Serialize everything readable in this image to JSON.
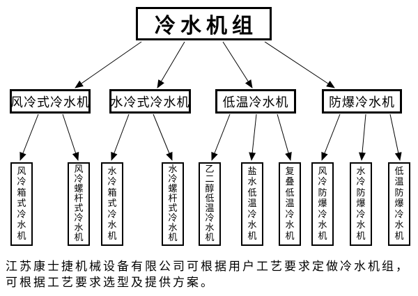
{
  "diagram": {
    "root": {
      "id": "chiller-unit",
      "label": "冷水机组"
    },
    "categories": [
      {
        "id": "air-cooled",
        "parent": "chiller-unit",
        "label": "风冷式冷水机"
      },
      {
        "id": "water-cooled",
        "parent": "chiller-unit",
        "label": "水冷式冷水机"
      },
      {
        "id": "low-temp",
        "parent": "chiller-unit",
        "label": "低温冷水机"
      },
      {
        "id": "explosion-proof",
        "parent": "chiller-unit",
        "label": "防爆冷水机"
      }
    ],
    "products": [
      {
        "id": "air-cooled-box-chiller",
        "parent": "air-cooled",
        "label": "风冷箱式冷水机"
      },
      {
        "id": "air-cooled-screw-chiller",
        "parent": "air-cooled",
        "label": "风冷螺杆式冷水机"
      },
      {
        "id": "water-cooled-box-chiller",
        "parent": "water-cooled",
        "label": "水冷箱式冷水机"
      },
      {
        "id": "water-cooled-screw-chiller",
        "parent": "water-cooled",
        "label": "水冷螺杆式冷水机"
      },
      {
        "id": "glycol-low-temp-chiller",
        "parent": "low-temp",
        "label": "乙二醇低温冷水机"
      },
      {
        "id": "brine-low-temp-chiller",
        "parent": "low-temp",
        "label": "盐水低温冷水机"
      },
      {
        "id": "cascade-low-temp-chiller",
        "parent": "low-temp",
        "label": "复叠低温冷水机"
      },
      {
        "id": "air-cooled-ex-proof-chiller",
        "parent": "explosion-proof",
        "label": "风冷防爆冷水机"
      },
      {
        "id": "water-cooled-ex-proof-chiller",
        "parent": "explosion-proof",
        "label": "水冷防爆冷水机"
      },
      {
        "id": "low-temp-ex-proof-chiller",
        "parent": "explosion-proof",
        "label": "低温防爆冷水机"
      }
    ],
    "line_color": "#000000",
    "box_background": "#ffffff"
  },
  "footer": {
    "lines": [
      "江苏康士捷机械设备有限公司可根据用户工艺要求定做冷水机组，",
      "可根据工艺要求选型及提供方案。"
    ]
  }
}
